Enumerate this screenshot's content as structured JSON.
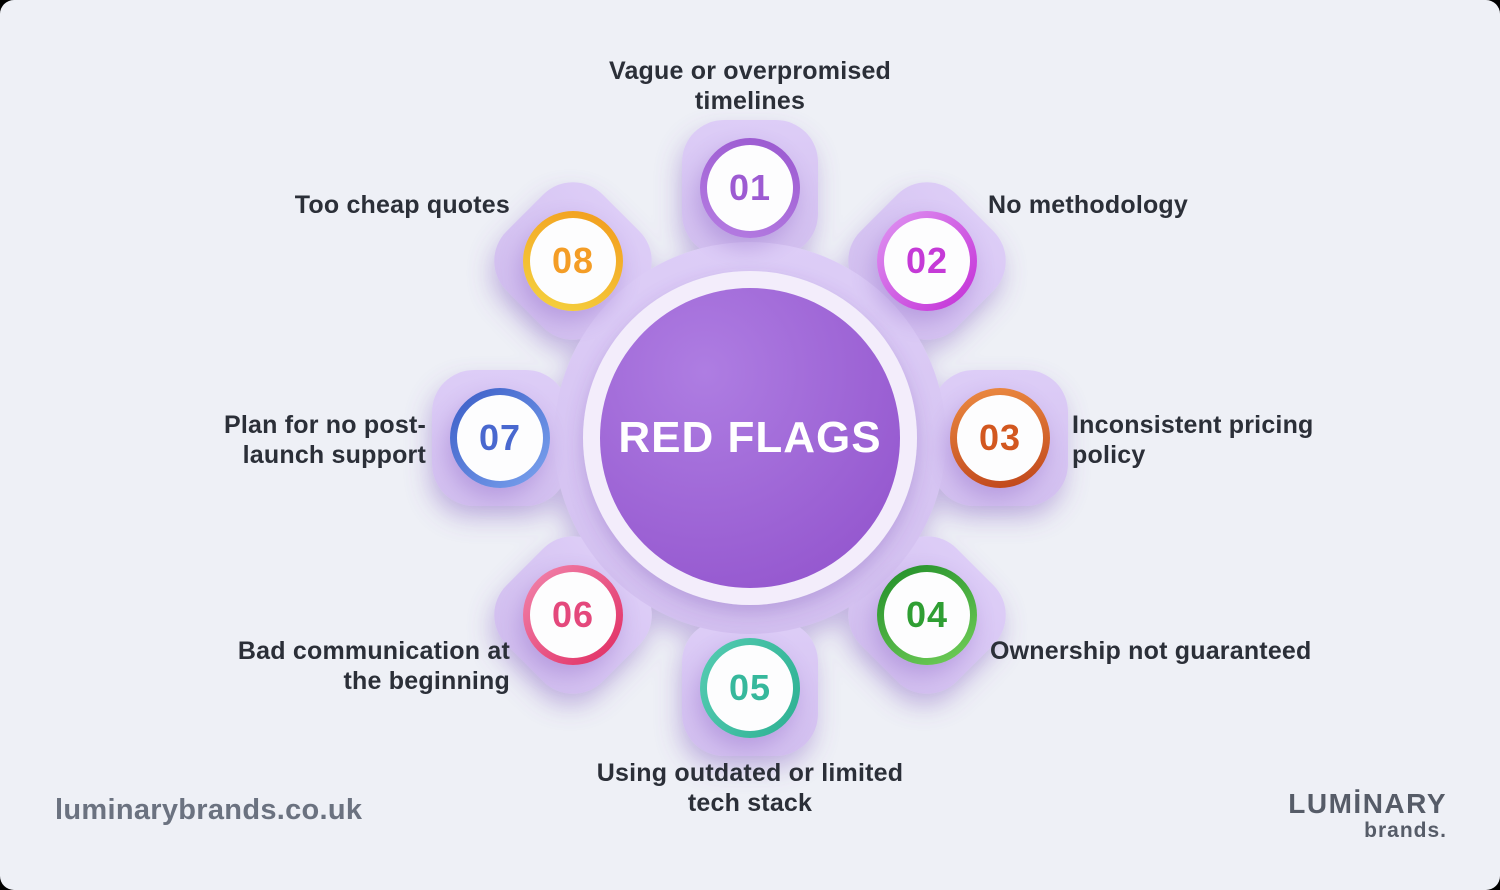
{
  "page": {
    "outer_background": "#000000",
    "panel_background": "#eef0f6"
  },
  "diagram": {
    "center_title": "RED FLAGS",
    "center_text_color": "#ffffff",
    "center_gradient": [
      "#ad7ce1",
      "#9050cb"
    ],
    "gear_color": "#d8c7f4",
    "ring_color": "#f3edfb"
  },
  "items": [
    {
      "number": "01",
      "lines": [
        "Vague or overpromised",
        "timelines"
      ],
      "border_gradient": [
        "#9a58d0",
        "#b57de2"
      ],
      "number_color": "#9d5bd2"
    },
    {
      "number": "02",
      "lines": [
        "No methodology"
      ],
      "border_gradient": [
        "#df96f2",
        "#c32dd6"
      ],
      "number_color": "#c53ad7"
    },
    {
      "number": "03",
      "lines": [
        "Inconsistent pricing",
        "policy"
      ],
      "border_gradient": [
        "#ec8b42",
        "#bf451a"
      ],
      "number_color": "#d2571f"
    },
    {
      "number": "04",
      "lines": [
        "Ownership not guaranteed"
      ],
      "border_gradient": [
        "#1f8c28",
        "#74d05a"
      ],
      "number_color": "#2f9e33"
    },
    {
      "number": "05",
      "lines": [
        "Using outdated or limited",
        "tech stack"
      ],
      "border_gradient": [
        "#55ccb2",
        "#2db092"
      ],
      "number_color": "#36b89c"
    },
    {
      "number": "06",
      "lines": [
        "Bad communication at",
        "the beginning"
      ],
      "border_gradient": [
        "#f287ae",
        "#e02a60"
      ],
      "number_color": "#e4487c"
    },
    {
      "number": "07",
      "lines": [
        "Plan for no post-",
        "launch support"
      ],
      "border_gradient": [
        "#3a5cc6",
        "#7ca4ef"
      ],
      "number_color": "#4968cf"
    },
    {
      "number": "08",
      "lines": [
        "Too cheap quotes"
      ],
      "border_gradient": [
        "#f29a1c",
        "#f5d441"
      ],
      "number_color": "#f49d26"
    }
  ],
  "footer": {
    "website": "luminarybrands.co.uk",
    "logo_line1": "LUMİNARY",
    "logo_line2": "brands."
  }
}
